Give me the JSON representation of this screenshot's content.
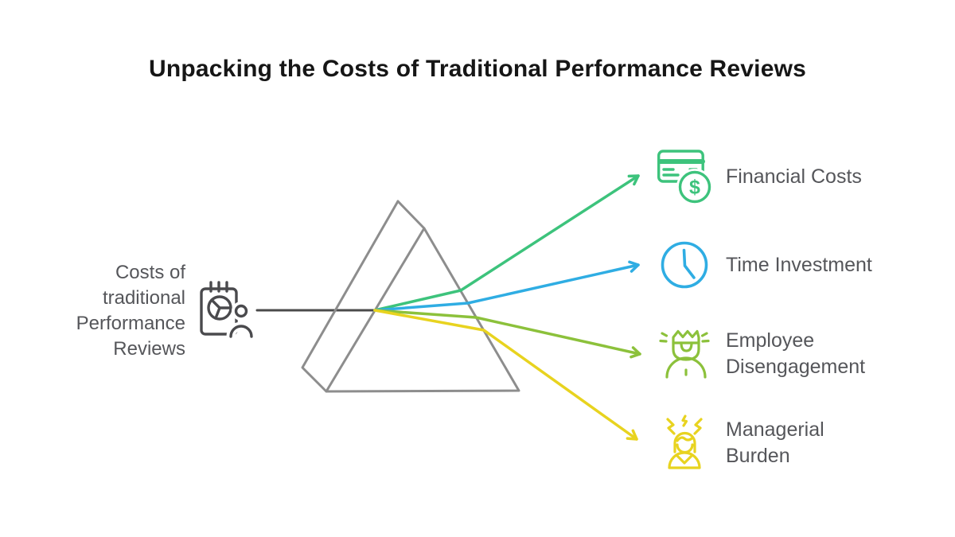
{
  "title": "Unpacking the Costs of Traditional Performance Reviews",
  "source": {
    "lines": [
      "Costs of",
      "traditional",
      "Performance",
      "Reviews"
    ],
    "icon": "report-with-person-icon",
    "color": "#4a4a4d"
  },
  "prism": {
    "color": "#8d8d8d",
    "beam_color": "#4b4b4b"
  },
  "outputs": [
    {
      "label": "Financial Costs",
      "color": "#3dc37c",
      "icon": "credit-card-dollar-icon",
      "symbol": "$"
    },
    {
      "label": "Time Investment",
      "color": "#2fade3",
      "icon": "clock-icon"
    },
    {
      "label": "Employee Disengagement",
      "color": "#8cc13b",
      "icon": "disengaged-employee-icon"
    },
    {
      "label": "Managerial Burden",
      "color": "#e8d31f",
      "icon": "stressed-manager-icon"
    }
  ]
}
